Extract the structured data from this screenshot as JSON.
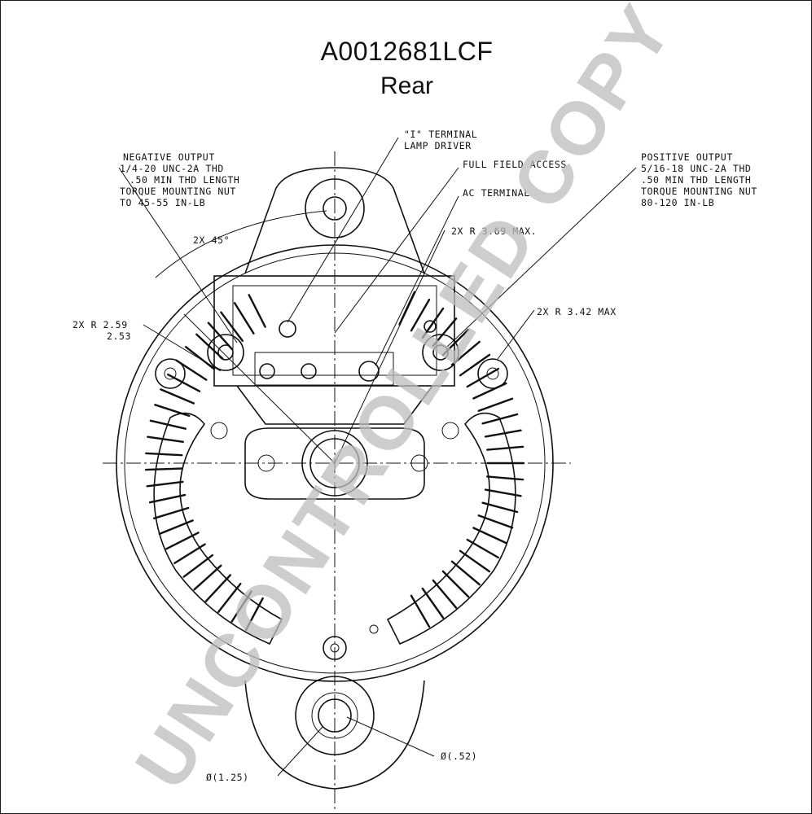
{
  "title": "A0012681LCF",
  "subtitle": "Rear",
  "watermark": "UNCONTROLLED COPY",
  "labels": {
    "negative_output": [
      "NEGATIVE OUTPUT",
      "1/4-20 UNC-2A THD",
      ".50 MIN THD LENGTH",
      "TORQUE MOUNTING NUT",
      "TO 45-55 IN-LB"
    ],
    "i_terminal": [
      "\"I\" TERMINAL",
      "LAMP DRIVER"
    ],
    "full_field_access": "FULL FIELD ACCESS",
    "ac_terminal": "AC TERMINAL",
    "positive_output": [
      "POSITIVE OUTPUT",
      "5/16-18 UNC-2A THD",
      ".50 MIN THD LENGTH",
      "TORQUE MOUNTING NUT",
      "80-120 IN-LB"
    ],
    "angle_45": "2X 45°",
    "radius_369": "2X R 3.69 MAX.",
    "radius_342": "2X R 3.42 MAX",
    "radius_259": "2X R 2.59",
    "radius_253": "2.53",
    "dia_125": "Ø(1.25)",
    "dia_52": "Ø(.52)"
  }
}
